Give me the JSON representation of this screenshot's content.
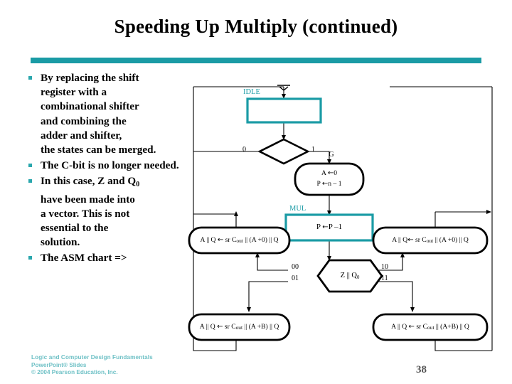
{
  "slide": {
    "title": "Speeding Up Multiply (continued)",
    "page_number": "38",
    "accent_color": "#1a9ba5",
    "rule_color": "#1a9ba5"
  },
  "bullets": [
    {
      "text": "By replacing the shift register with a combinational shifter and combining the adder and shifter, the states can be merged."
    },
    {
      "text": "The C-bit is no longer needed."
    },
    {
      "text": "In this case, Z and Q0 have been made into a vector. This is not essential to the solution."
    },
    {
      "text": "The ASM chart =>"
    }
  ],
  "asm_chart": {
    "states": [
      {
        "name": "IDLE",
        "action": ""
      },
      {
        "name": "MUL",
        "action": "P ← P – 1"
      }
    ],
    "decisions": [
      {
        "label": "G",
        "branches": [
          "0",
          "1"
        ]
      },
      {
        "label": "Z || Q0",
        "branches": [
          "00",
          "01",
          "10",
          "11"
        ]
      }
    ],
    "conditional_boxes": [
      {
        "id": "init",
        "lines": [
          "A ←0",
          "P ←n – 1"
        ]
      },
      {
        "id": "op00",
        "text": "A || Q ← sr Cout || (A +0) || Q"
      },
      {
        "id": "op10",
        "text": "A || Q ← sr Cout || (A +0) || Q"
      },
      {
        "id": "op01",
        "text": "A || Q ← sr Cout || (A +B) || Q"
      },
      {
        "id": "op11",
        "text": "A || Q ← sr Cout || (A+B) || Q"
      }
    ]
  },
  "footer": {
    "line1": "Logic and Computer Design Fundamentals",
    "line2": "PowerPoint® Slides",
    "line3": "© 2004 Pearson Education, Inc."
  }
}
